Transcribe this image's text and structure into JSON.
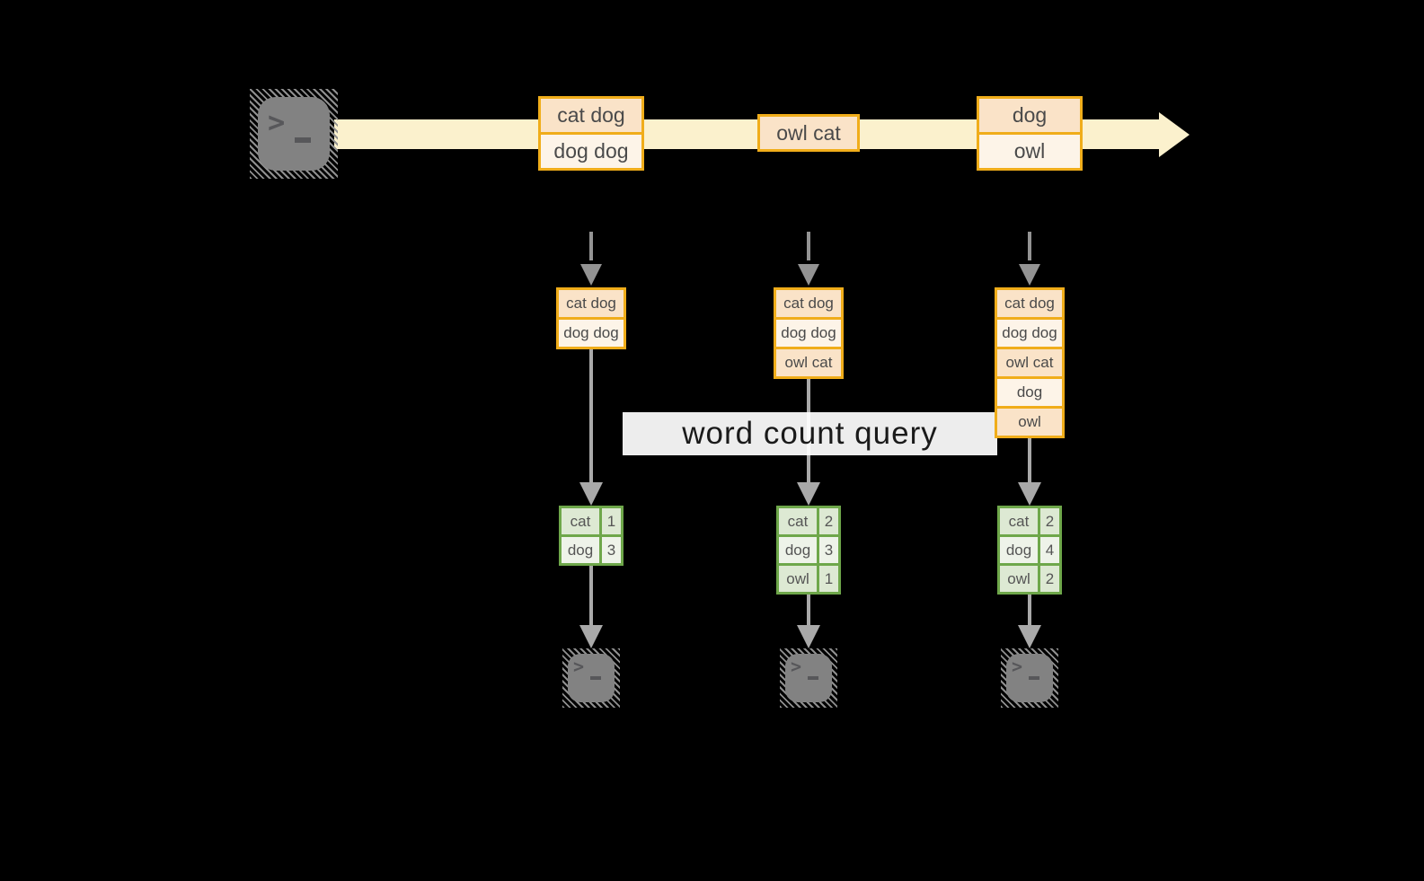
{
  "title_banner": {
    "label": "word count query"
  },
  "stream": {
    "events": [
      {
        "rows": [
          "cat dog",
          "dog dog"
        ]
      },
      {
        "rows": [
          "owl cat"
        ]
      },
      {
        "rows": [
          "dog",
          "owl"
        ]
      }
    ]
  },
  "snapshots": [
    {
      "micro_batch": [
        "cat dog",
        "dog dog"
      ],
      "counts": [
        [
          "cat",
          "1"
        ],
        [
          "dog",
          "3"
        ]
      ]
    },
    {
      "micro_batch": [
        "cat dog",
        "dog dog",
        "owl cat"
      ],
      "counts": [
        [
          "cat",
          "2"
        ],
        [
          "dog",
          "3"
        ],
        [
          "owl",
          "1"
        ]
      ]
    },
    {
      "micro_batch": [
        "cat dog",
        "dog dog",
        "owl cat",
        "dog",
        "owl"
      ],
      "counts": [
        [
          "cat",
          "2"
        ],
        [
          "dog",
          "4"
        ],
        [
          "owl",
          "2"
        ]
      ]
    }
  ],
  "icons": {
    "prompt_chevron": ">",
    "terminal": "terminal-icon"
  },
  "colors": {
    "stream_band": "#fbf1cd",
    "box_border": "#f0ad1a",
    "box_fill_dark": "#fae3c8",
    "box_fill_light": "#fdf4e8",
    "table_border": "#6ea74a",
    "table_fill_dark": "#dde9d3",
    "table_fill_light": "#eef3e9",
    "arrow_gray": "#a9a9a9",
    "terminal_gray": "#828282",
    "banner_bg": "#ffffff",
    "banner_text": "#1a1a1a"
  }
}
